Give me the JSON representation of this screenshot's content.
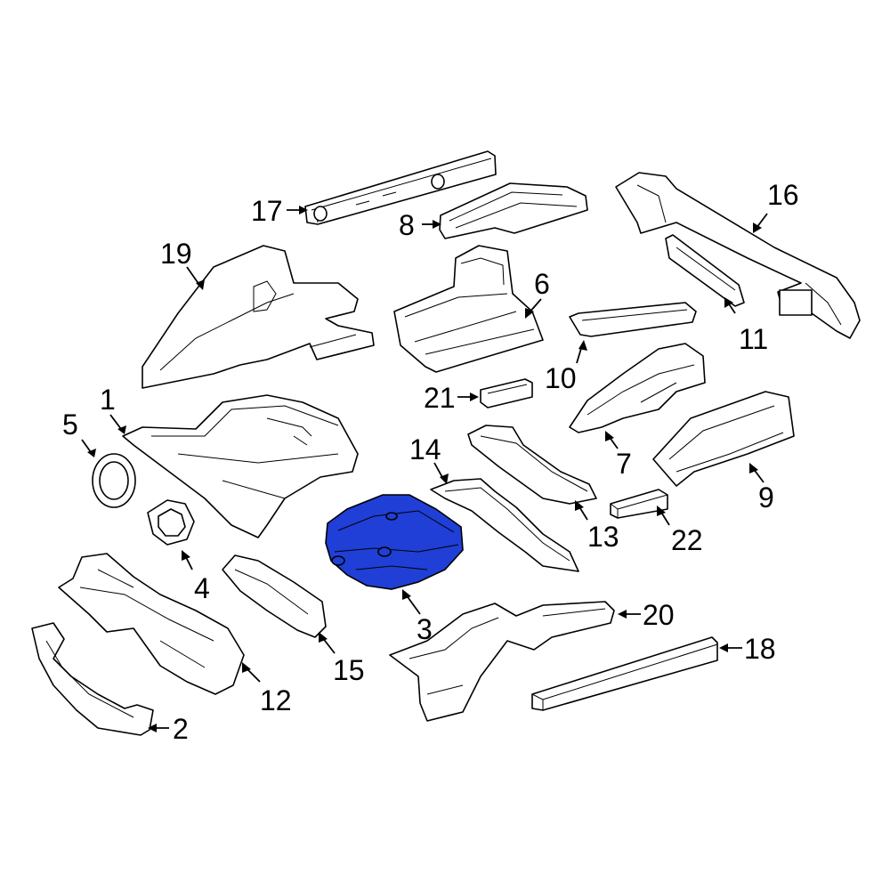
{
  "diagram": {
    "highlight_color": "#1f3fd6",
    "callouts": {
      "c1": "1",
      "c2": "2",
      "c3": "3",
      "c4": "4",
      "c5": "5",
      "c6": "6",
      "c7": "7",
      "c8": "8",
      "c9": "9",
      "c10": "10",
      "c11": "11",
      "c12": "12",
      "c13": "13",
      "c14": "14",
      "c15": "15",
      "c16": "16",
      "c17": "17",
      "c18": "18",
      "c19": "19",
      "c20": "20",
      "c21": "21",
      "c22": "22"
    }
  }
}
